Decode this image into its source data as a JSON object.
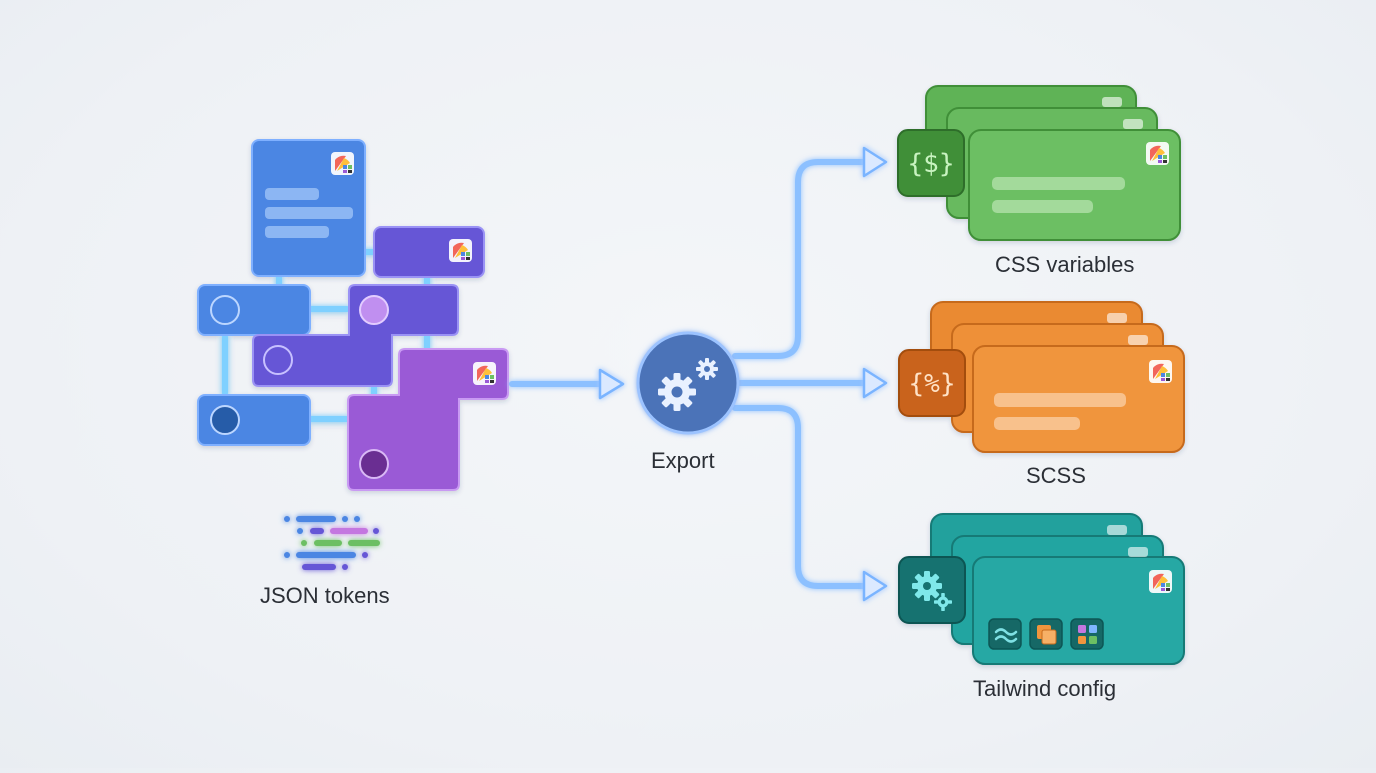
{
  "source": {
    "label": "JSON tokens"
  },
  "hub": {
    "label": "Export",
    "icon": "gears-icon"
  },
  "outputs": [
    {
      "label": "CSS variables",
      "badge": "{$}",
      "color": "#6cbf63",
      "icon": "palette-icon"
    },
    {
      "label": "SCSS",
      "badge": "{%}",
      "color": "#f0953d",
      "icon": "palette-icon"
    },
    {
      "label": "Tailwind config",
      "badge": "",
      "color": "#26a8a4",
      "icon": "gear-icon"
    }
  ],
  "colors": {
    "blue": "#4b86e3",
    "indigo": "#6657d6",
    "purple": "#9a5ad6",
    "connector": "#7fb6ff",
    "hub": "#4b73b8"
  }
}
